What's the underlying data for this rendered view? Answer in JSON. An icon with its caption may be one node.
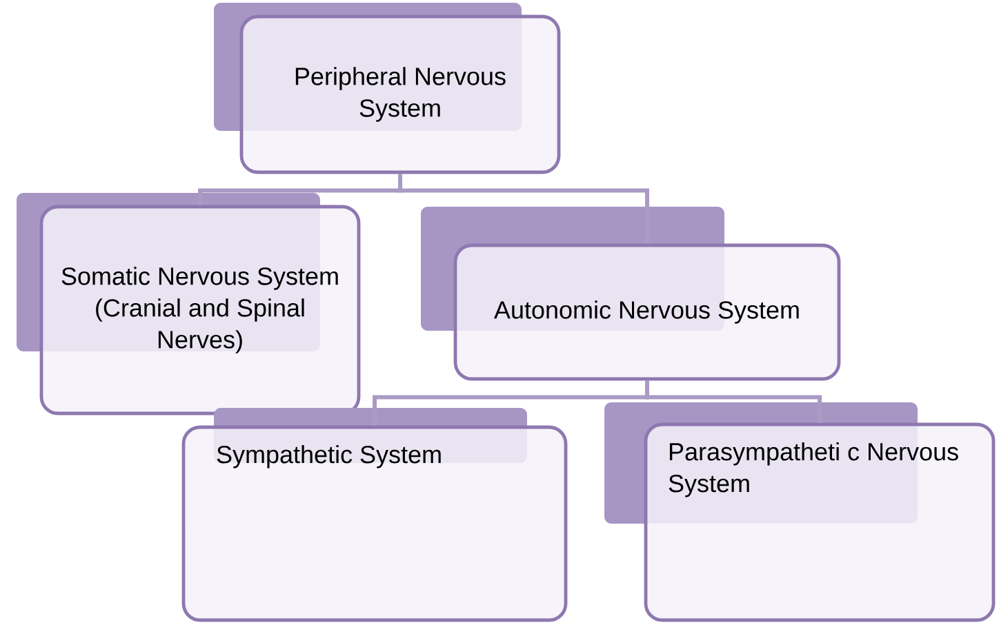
{
  "diagram": {
    "nodes": [
      {
        "text": [
          "Peripheral Nervous System"
        ]
      },
      {
        "text": [
          "Somatic Nervous System (Cranial and Spinal Nerves)"
        ]
      },
      {
        "text": [
          "Autonomic Nervous System"
        ]
      },
      {
        "text": [
          "Sympathetic System"
        ]
      },
      {
        "text": [
          "Parasympatheti c Nervous System"
        ]
      }
    ],
    "edges": [
      {
        "from": 0,
        "to": 1,
        "arrow": "none"
      },
      {
        "from": 0,
        "to": 2,
        "arrow": "none"
      },
      {
        "from": 2,
        "to": 3,
        "arrow": "none"
      },
      {
        "from": 2,
        "to": 4,
        "arrow": "none"
      }
    ]
  }
}
